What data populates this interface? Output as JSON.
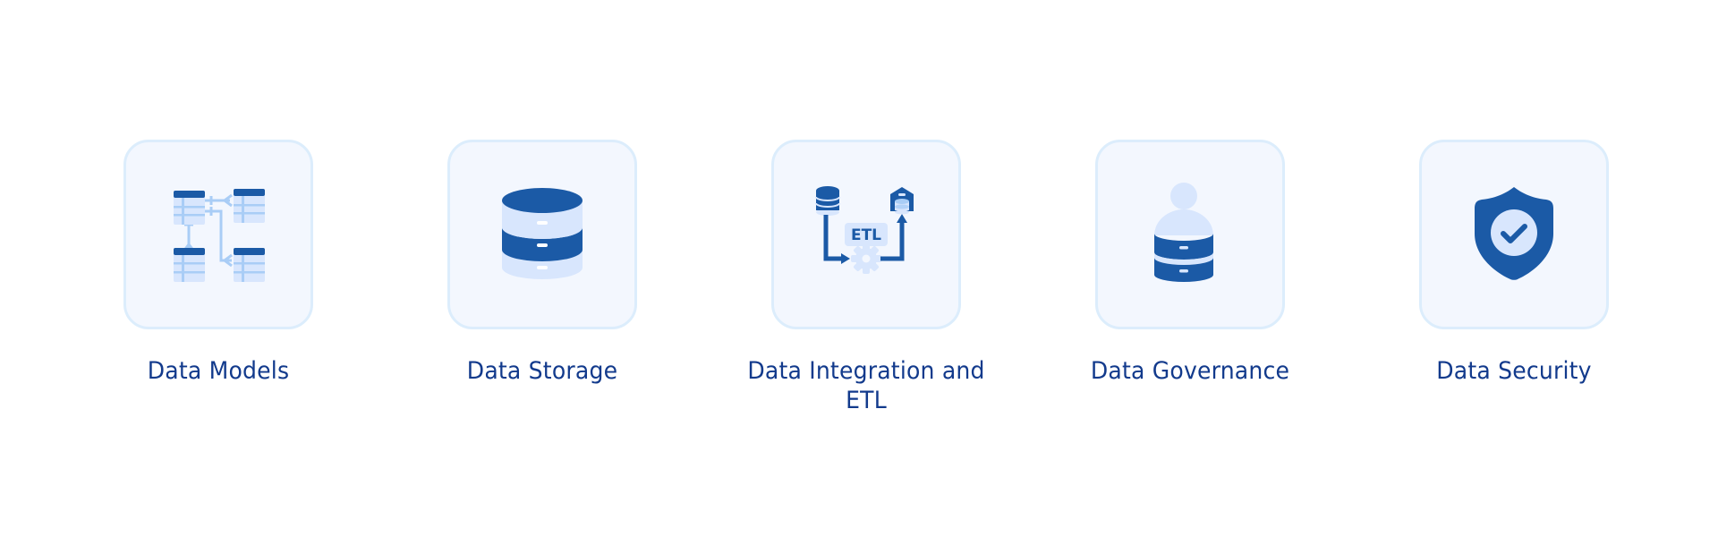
{
  "colors": {
    "icon_primary": "#1b5aa6",
    "icon_light": "#d8e6fd",
    "icon_line": "#a9cdf6",
    "card_bg": "#f3f7fe",
    "card_border": "#dcedfc",
    "label_text": "#123a8c"
  },
  "items": [
    {
      "label": "Data Models",
      "icon": "data-models-icon"
    },
    {
      "label": "Data Storage",
      "icon": "database-icon"
    },
    {
      "label": "Data Integration and ETL",
      "icon": "etl-icon",
      "etl_text": "ETL"
    },
    {
      "label": "Data Governance",
      "icon": "user-database-icon"
    },
    {
      "label": "Data Security",
      "icon": "shield-check-icon"
    }
  ]
}
